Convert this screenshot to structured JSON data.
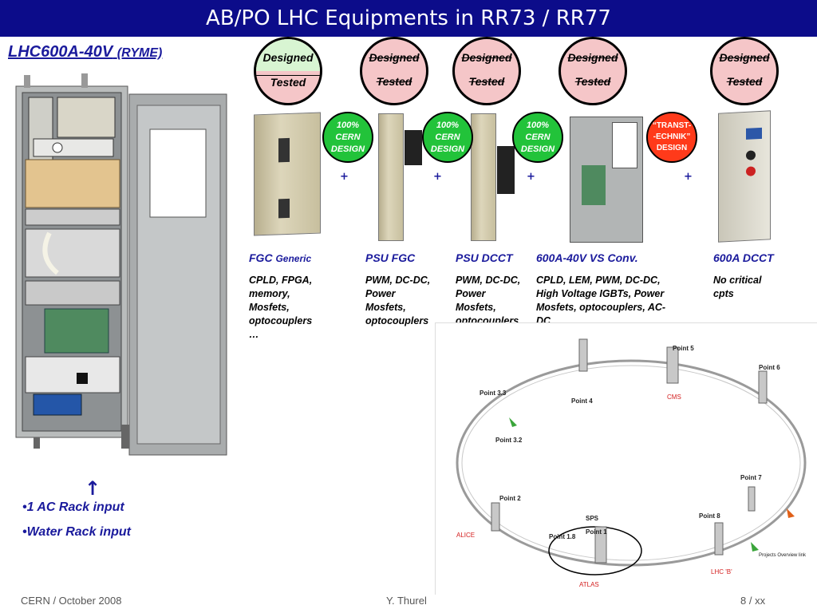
{
  "title": "AB/PO LHC Equipments in RR73 / RR77",
  "subtitle": {
    "main": "LHC600A-40V",
    "paren": "(RYME)"
  },
  "badges": [
    {
      "top": "Designed",
      "bottom": "Tested"
    },
    {
      "top": "Designed",
      "bottom": "Tested"
    },
    {
      "top": "Designed",
      "bottom": "Tested"
    },
    {
      "top": "Designed",
      "bottom": "Tested"
    },
    {
      "top": "Designed",
      "bottom": "Tested"
    }
  ],
  "cern_badges": [
    {
      "l1": "100%",
      "l2": "CERN",
      "l3": "DESIGN"
    },
    {
      "l1": "100%",
      "l2": "CERN",
      "l3": "DESIGN"
    },
    {
      "l1": "100%",
      "l2": "CERN",
      "l3": "DESIGN"
    }
  ],
  "transt_badge": {
    "l1": "“TRANST-",
    "l2": "-ECHNIK”",
    "l3": "DESIGN"
  },
  "plus_sign": "+",
  "products": [
    {
      "name": "FGC",
      "name_small": "Generic",
      "desc": [
        "CPLD, FPGA,",
        "memory,",
        "Mosfets,",
        "optocouplers",
        "…"
      ]
    },
    {
      "name": "PSU FGC",
      "name_small": "",
      "desc": [
        "PWM, DC-DC,",
        "Power",
        "Mosfets,",
        "optocouplers"
      ]
    },
    {
      "name": "PSU DCCT",
      "name_small": "",
      "desc": [
        "PWM, DC-DC,",
        "Power",
        "Mosfets,",
        "optocouplers"
      ]
    },
    {
      "name": "600A-40V VS Conv.",
      "name_small": "",
      "desc": [
        "CPLD, LEM, PWM, DC-DC,",
        "High Voltage IGBTs, Power",
        "Mosfets, optocouplers, AC-",
        "DC"
      ]
    },
    {
      "name": "600A DCCT",
      "name_small": "",
      "desc": [
        "No critical",
        "cpts"
      ]
    }
  ],
  "arrow_up": "↑",
  "bullets": [
    "•1 AC Rack input",
    "•Water Rack input"
  ],
  "map": {
    "points": [
      "Point 5",
      "Point 6",
      "Point 4",
      "Point 3.3",
      "Point 3.2",
      "Point 2",
      "Point 7",
      "Point 8",
      "Point 1",
      "Point 1.8",
      "SPS"
    ],
    "experiments": [
      "CMS",
      "ALICE",
      "ATLAS",
      "LHC 'B'"
    ],
    "note": "Projects Overview link"
  },
  "footer": {
    "left": "CERN / October 2008",
    "center": "Y. Thurel",
    "right": "8 / xx"
  },
  "colors": {
    "title_bg": "#0c0c8a",
    "accent_text": "#1a1a9c",
    "cern_green": "#22c33a",
    "transt_red": "#ff3a1a",
    "badge_pink": "#f5c6c8"
  }
}
